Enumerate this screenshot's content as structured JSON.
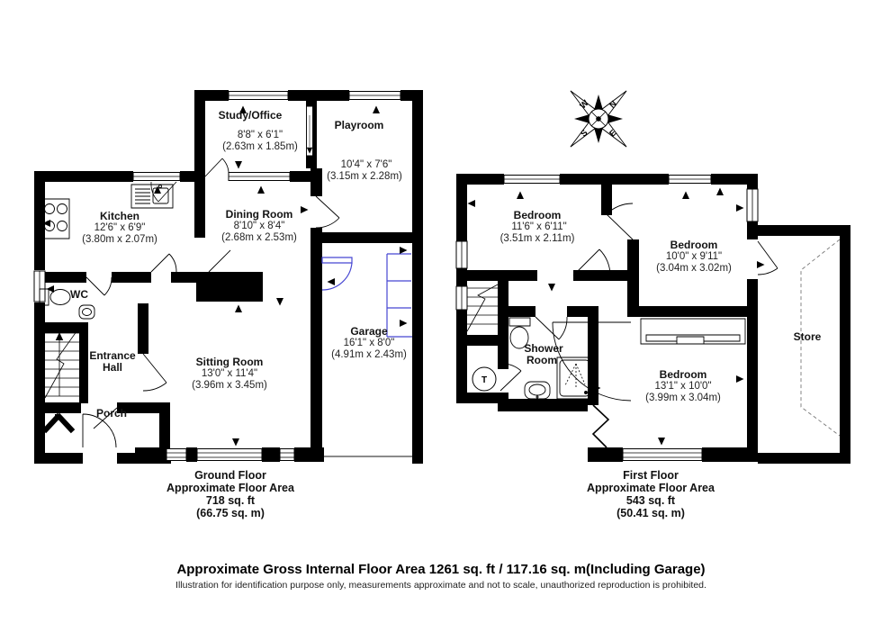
{
  "ground_floor": {
    "rooms": {
      "study": {
        "name": "Study/Office",
        "size_imperial": "8'8\" x 6'1\"",
        "size_metric": "(2.63m x 1.85m)"
      },
      "playroom": {
        "name": "Playroom",
        "size_imperial": "10'4\" x 7'6\"",
        "size_metric": "(3.15m x 2.28m)"
      },
      "kitchen": {
        "name": "Kitchen",
        "size_imperial": "12'6\" x 6'9\"",
        "size_metric": "(3.80m x 2.07m)"
      },
      "dining": {
        "name": "Dining Room",
        "size_imperial": "8'10\" x 8'4\"",
        "size_metric": "(2.68m x 2.53m)"
      },
      "wc": {
        "name": "WC"
      },
      "entrance": {
        "line1": "Entrance",
        "line2": "Hall"
      },
      "porch": {
        "name": "Porch"
      },
      "sitting": {
        "name": "Sitting Room",
        "size_imperial": "13'0\" x 11'4\"",
        "size_metric": "(3.96m x 3.45m)"
      },
      "garage": {
        "name": "Garage",
        "size_imperial": "16'1\" x 8'0\"",
        "size_metric": "(4.91m x 2.43m)"
      }
    },
    "caption": {
      "line1": "Ground Floor",
      "line2": "Approximate Floor Area",
      "line3": "718 sq. ft",
      "line4": "(66.75 sq. m)"
    }
  },
  "first_floor": {
    "rooms": {
      "bedroom1": {
        "name": "Bedroom",
        "size_imperial": "11'6\" x 6'11\"",
        "size_metric": "(3.51m x 2.11m)"
      },
      "bedroom2": {
        "name": "Bedroom",
        "size_imperial": "10'0\" x 9'11\"",
        "size_metric": "(3.04m x 3.02m)"
      },
      "bedroom3": {
        "name": "Bedroom",
        "size_imperial": "13'1\" x 10'0\"",
        "size_metric": "(3.99m x 3.04m)"
      },
      "shower": {
        "line1": "Shower",
        "line2": "Room"
      },
      "store": {
        "name": "Store"
      },
      "tank": {
        "label": "T"
      }
    },
    "caption": {
      "line1": "First Floor",
      "line2": "Approximate Floor Area",
      "line3": "543 sq. ft",
      "line4": "(50.41 sq. m)"
    }
  },
  "compass": {
    "n": "N",
    "e": "E",
    "s": "S",
    "w": "W"
  },
  "footer": {
    "title": "Approximate Gross Internal Floor Area 1261 sq. ft / 117.16 sq. m(Including Garage)",
    "disclaimer": "Illustration for identification purpose only, measurements approximate and not to scale, unauthorized reproduction is prohibited."
  },
  "colors": {
    "wall": "#000000",
    "garage_accent": "#4646d2"
  }
}
